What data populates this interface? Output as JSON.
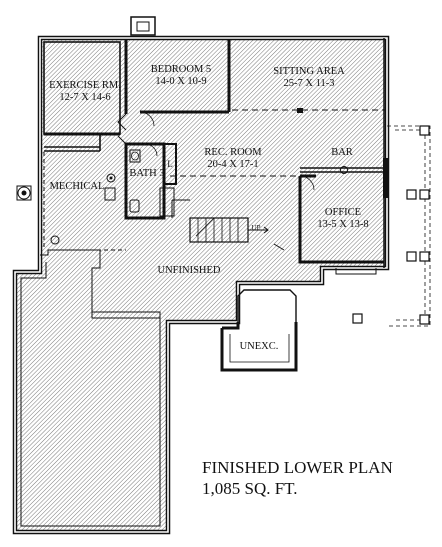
{
  "plan": {
    "title": "FINISHED LOWER PLAN",
    "area": "1,085 SQ. FT."
  },
  "rooms": {
    "exercise": {
      "name": "EXERCISE RM.",
      "dims": "12-7 X 14-6"
    },
    "bedroom5": {
      "name": "BEDROOM 5",
      "dims": "14-0 X 10-9"
    },
    "sitting": {
      "name": "SITTING AREA",
      "dims": "25-7 X 11-3"
    },
    "rec": {
      "name": "REC. ROOM",
      "dims": "20-4 X 17-1"
    },
    "bar": {
      "name": "BAR"
    },
    "mechanical": {
      "name": "MECHICAL"
    },
    "bath": {
      "name": "BATH 3"
    },
    "linen": {
      "name": "L"
    },
    "office": {
      "name": "OFFICE",
      "dims": "13-5 X 13-8"
    },
    "unfinished": {
      "name": "UNFINISHED"
    },
    "unexc": {
      "name": "UNEXC."
    }
  },
  "stairs": {
    "label": "UP"
  }
}
